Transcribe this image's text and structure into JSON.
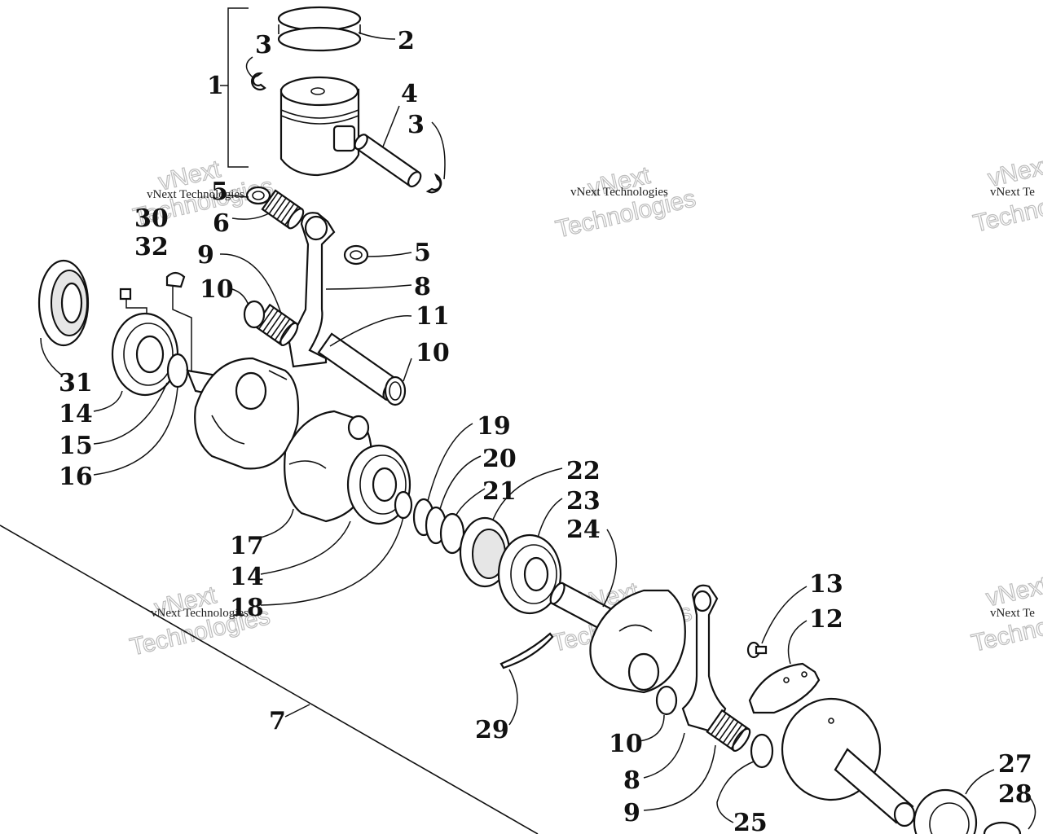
{
  "diagram": {
    "callouts": [
      "1",
      "2",
      "3",
      "3",
      "4",
      "5",
      "6",
      "30",
      "32",
      "5",
      "9",
      "10",
      "8",
      "11",
      "10",
      "31",
      "14",
      "15",
      "16",
      "19",
      "20",
      "21",
      "22",
      "23",
      "24",
      "17",
      "14",
      "18",
      "13",
      "12",
      "7",
      "29",
      "10",
      "8",
      "9",
      "25",
      "27",
      "28"
    ]
  },
  "watermark": {
    "line1": "vNext Technologies",
    "line2": "vNext",
    "line3": "Technologies",
    "edge_top": "vNext Te",
    "edge_big_top": "vNext",
    "edge_big_bottom": "Techno",
    "edge_small_bottom": "vNext Te"
  },
  "icons": [
    "piston-icon",
    "piston-ring-icon",
    "circlip-icon",
    "piston-pin-icon",
    "needle-bearing-icon",
    "washer-icon",
    "connecting-rod-icon",
    "crank-pin-icon",
    "oil-seal-icon",
    "ball-bearing-icon",
    "crankshaft-web-icon",
    "woodruff-key-icon",
    "dowel-pin-icon",
    "labyrinth-seal-icon",
    "snap-ring-icon",
    "screw-icon"
  ]
}
